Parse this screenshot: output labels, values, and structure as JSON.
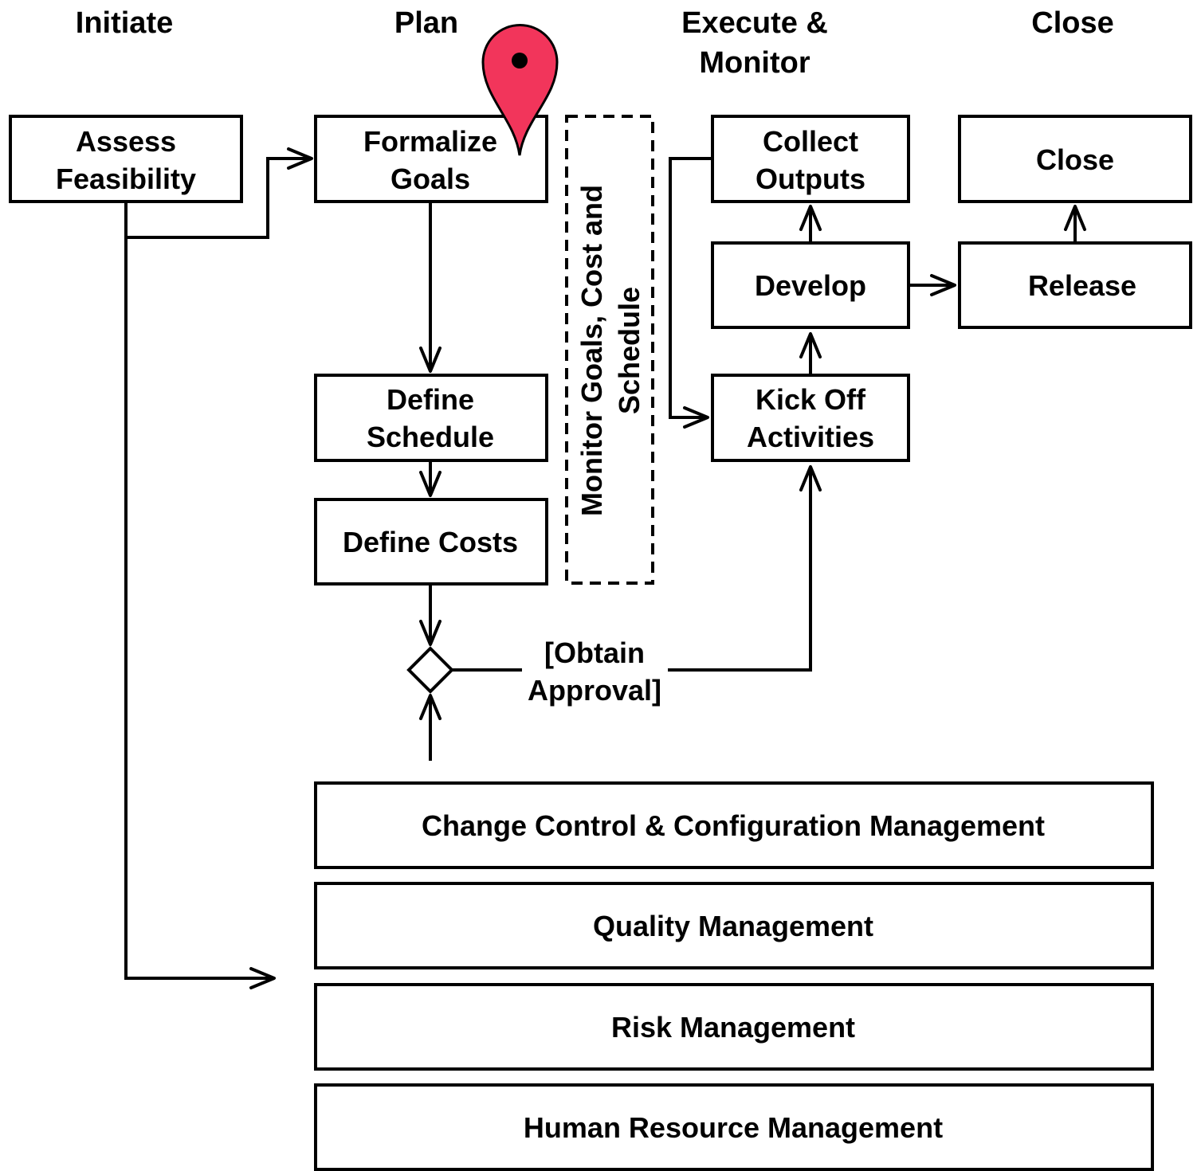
{
  "phases": {
    "initiate": "Initiate",
    "plan": "Plan",
    "execute_line1": "Execute &",
    "execute_line2": "Monitor",
    "close": "Close"
  },
  "activities": {
    "assess": [
      "Assess",
      "Feasibility"
    ],
    "formalize": [
      "Formalize",
      "Goals"
    ],
    "define_schedule": [
      "Define",
      "Schedule"
    ],
    "define_costs": [
      "Define Costs"
    ],
    "collect": [
      "Collect",
      "Outputs"
    ],
    "develop": [
      "Develop"
    ],
    "kickoff": [
      "Kick Off",
      "Activities"
    ],
    "close": [
      "Close"
    ],
    "release": [
      "Release"
    ]
  },
  "monitor_note": {
    "line1": "Monitor Goals, Cost and",
    "line2": "Schedule"
  },
  "guard": {
    "line1": "[Obtain",
    "line2": "Approval]"
  },
  "bands": [
    "Change Control & Configuration Management",
    "Quality Management",
    "Risk Management",
    "Human Resource Management"
  ],
  "colors": {
    "stroke": "#000000",
    "marker_fill": "#f2355b",
    "marker_dot": "#000000"
  },
  "icons": {
    "marker": "map-pin-icon"
  }
}
